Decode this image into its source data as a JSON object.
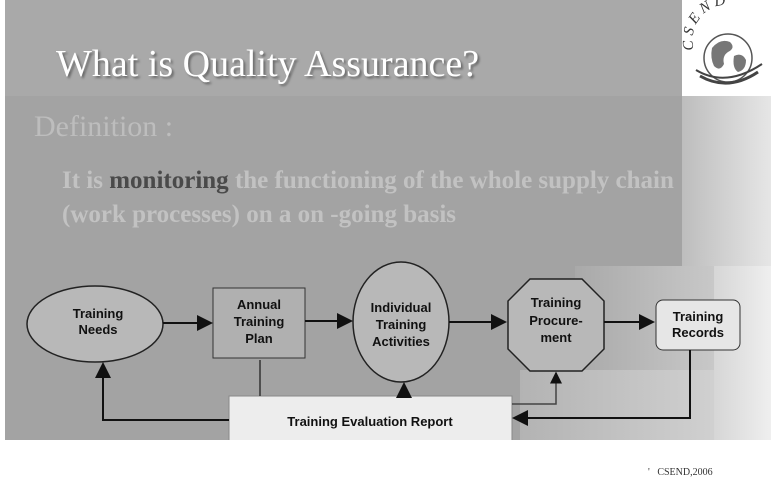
{
  "slide": {
    "title": "What is Quality Assurance?",
    "definition_heading": "Definition :",
    "definition_prefix": "It is ",
    "definition_keyword": "monitoring",
    "definition_rest": " the functioning of the whole supply chain (work processes) on a on  -going basis"
  },
  "logo": {
    "text": "CSEND",
    "icon": "globe-logo-icon"
  },
  "flow": {
    "training_needs": [
      "Training",
      "Needs"
    ],
    "annual_plan": [
      "Annual",
      "Training",
      "Plan"
    ],
    "individual_activities": [
      "Individual",
      "Training",
      "Activities"
    ],
    "procurement": [
      "Training",
      "Procure-",
      "ment"
    ],
    "records": [
      "Training",
      "Records"
    ],
    "evaluation_report": "Training Evaluation Report"
  },
  "footer": {
    "credit": "CSEND,2006",
    "mark": "'"
  },
  "colors": {
    "background_gray": "#a3a3a3",
    "shape_fill": "#b8b8b8",
    "report_fill": "#ededed",
    "records_fill": "#e6e6e6"
  }
}
